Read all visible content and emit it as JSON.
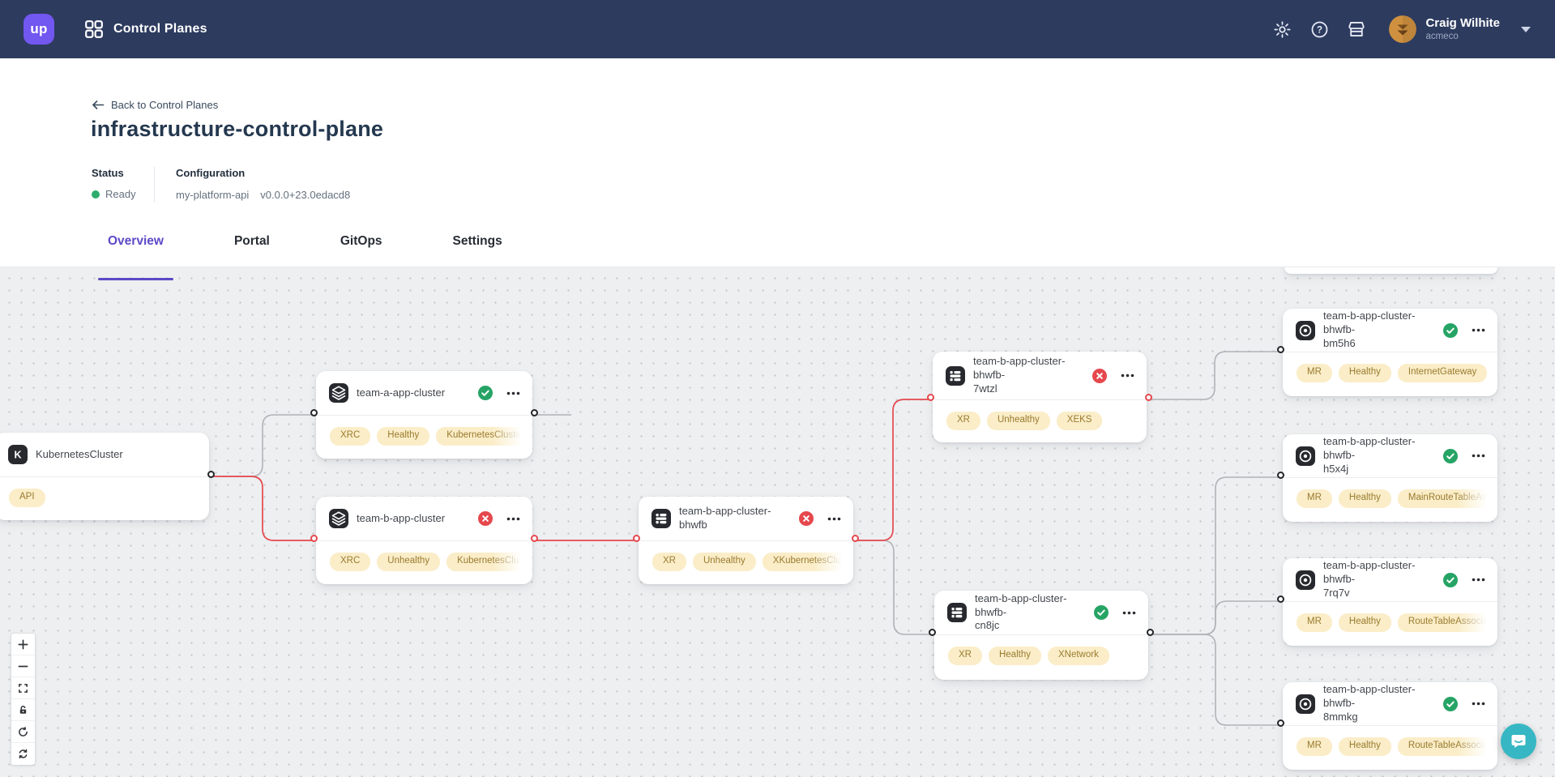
{
  "colors": {
    "navbar_bg": "#2d3b5f",
    "logo_purple": "#7257f0",
    "accent_purple": "#5b49c7",
    "status_green": "#2eac6d",
    "error_red": "#e5484d",
    "badge_bg": "#faedc8",
    "badge_text": "#9a7b2f",
    "canvas_bg": "#edeff1",
    "chat_teal": "#36b7c3"
  },
  "navbar": {
    "logo_text": "up",
    "app_title": "Control Planes",
    "icons": [
      "settings",
      "help",
      "marketplace"
    ],
    "user": {
      "name": "Craig Wilhite",
      "org": "acmeco"
    }
  },
  "header": {
    "back_label": "Back to Control Planes",
    "title": "infrastructure-control-plane",
    "status": {
      "label": "Status",
      "value": "Ready"
    },
    "configuration": {
      "label": "Configuration",
      "name": "my-platform-api",
      "version": "v0.0.0+23.0edacd8"
    }
  },
  "tabs": [
    {
      "label": "Overview",
      "active": true
    },
    {
      "label": "Portal",
      "active": false
    },
    {
      "label": "GitOps",
      "active": false
    },
    {
      "label": "Settings",
      "active": false
    }
  ],
  "graph": {
    "nodes": [
      {
        "id": "kubernetescluster",
        "label_lines": [
          "KubernetesCluster"
        ],
        "icon": "k",
        "status": null,
        "menu": false,
        "badges": [
          "API"
        ],
        "faded": false,
        "partial": false
      },
      {
        "id": "team-a-app-cluster",
        "label_lines": [
          "team-a-app-cluster"
        ],
        "icon": "claim",
        "status": "healthy",
        "menu": true,
        "badges": [
          "XRC",
          "Healthy",
          "KubernetesCluster"
        ],
        "faded": true,
        "partial": false
      },
      {
        "id": "team-b-app-cluster",
        "label_lines": [
          "team-b-app-cluster"
        ],
        "icon": "claim",
        "status": "unhealthy",
        "menu": true,
        "badges": [
          "XRC",
          "Unhealthy",
          "KubernetesCluster"
        ],
        "faded": true,
        "partial": false
      },
      {
        "id": "team-b-app-cluster-bhwfb",
        "label_lines": [
          "team-b-app-cluster-bhwfb"
        ],
        "icon": "xr",
        "status": "unhealthy",
        "menu": true,
        "badges": [
          "XR",
          "Unhealthy",
          "XKubernetesCluster"
        ],
        "faded": true,
        "partial": false
      },
      {
        "id": "team-b-app-cluster-bhwfb-7wtzl",
        "label_lines": [
          "team-b-app-cluster-bhwfb-",
          "7wtzl"
        ],
        "icon": "xr",
        "status": "unhealthy",
        "menu": true,
        "badges": [
          "XR",
          "Unhealthy",
          "XEKS"
        ],
        "faded": false,
        "partial": false
      },
      {
        "id": "team-b-app-cluster-bhwfb-cn8jc",
        "label_lines": [
          "team-b-app-cluster-bhwfb-",
          "cn8jc"
        ],
        "icon": "xr",
        "status": "healthy",
        "menu": true,
        "badges": [
          "XR",
          "Healthy",
          "XNetwork"
        ],
        "faded": false,
        "partial": false
      },
      {
        "id": "team-b-app-cluster-bhwfb-bm5h6",
        "label_lines": [
          "team-b-app-cluster-bhwfb-",
          "bm5h6"
        ],
        "icon": "mr",
        "status": "healthy",
        "menu": true,
        "badges": [
          "MR",
          "Healthy",
          "InternetGateway"
        ],
        "faded": false,
        "partial": false
      },
      {
        "id": "team-b-app-cluster-bhwfb-h5x4j",
        "label_lines": [
          "team-b-app-cluster-bhwfb-",
          "h5x4j"
        ],
        "icon": "mr",
        "status": "healthy",
        "menu": true,
        "badges": [
          "MR",
          "Healthy",
          "MainRouteTableAssociation"
        ],
        "faded": true,
        "partial": false
      },
      {
        "id": "team-b-app-cluster-bhwfb-7rq7v",
        "label_lines": [
          "team-b-app-cluster-bhwfb-",
          "7rq7v"
        ],
        "icon": "mr",
        "status": "healthy",
        "menu": true,
        "badges": [
          "MR",
          "Healthy",
          "RouteTableAssociation"
        ],
        "faded": true,
        "partial": false
      },
      {
        "id": "team-b-app-cluster-bhwfb-8mmkg",
        "label_lines": [
          "team-b-app-cluster-bhwfb-",
          "8mmkg"
        ],
        "icon": "mr",
        "status": "healthy",
        "menu": true,
        "badges": [
          "MR",
          "Healthy",
          "RouteTableAssociation"
        ],
        "faded": true,
        "partial": false
      },
      {
        "id": "partial-node-top-right",
        "label_lines": [],
        "icon": null,
        "status": null,
        "menu": false,
        "badges": [],
        "faded": false,
        "partial": true
      }
    ],
    "edges": [
      {
        "source": "kubernetescluster",
        "target": "team-a-app-cluster",
        "status": "ok"
      },
      {
        "source": "kubernetescluster",
        "target": "team-b-app-cluster",
        "status": "error"
      },
      {
        "source": "team-a-app-cluster",
        "target": "offscreen",
        "status": "ok"
      },
      {
        "source": "team-b-app-cluster",
        "target": "team-b-app-cluster-bhwfb",
        "status": "error"
      },
      {
        "source": "team-b-app-cluster-bhwfb",
        "target": "team-b-app-cluster-bhwfb-7wtzl",
        "status": "error"
      },
      {
        "source": "team-b-app-cluster-bhwfb",
        "target": "team-b-app-cluster-bhwfb-cn8jc",
        "status": "ok"
      },
      {
        "source": "team-b-app-cluster-bhwfb-7wtzl",
        "target": "team-b-app-cluster-bhwfb-bm5h6",
        "status": "ok"
      },
      {
        "source": "team-b-app-cluster-bhwfb-cn8jc",
        "target": "team-b-app-cluster-bhwfb-h5x4j",
        "status": "ok"
      },
      {
        "source": "team-b-app-cluster-bhwfb-cn8jc",
        "target": "team-b-app-cluster-bhwfb-7rq7v",
        "status": "ok"
      },
      {
        "source": "team-b-app-cluster-bhwfb-cn8jc",
        "target": "team-b-app-cluster-bhwfb-8mmkg",
        "status": "ok"
      }
    ]
  },
  "controls": {
    "items": [
      {
        "name": "zoom-in"
      },
      {
        "name": "zoom-out"
      },
      {
        "name": "fit-view"
      },
      {
        "name": "toggle-interactivity"
      },
      {
        "name": "reset-view"
      },
      {
        "name": "re-layout"
      }
    ]
  },
  "chat_launcher": {
    "icon": "intercom-chat-icon"
  }
}
